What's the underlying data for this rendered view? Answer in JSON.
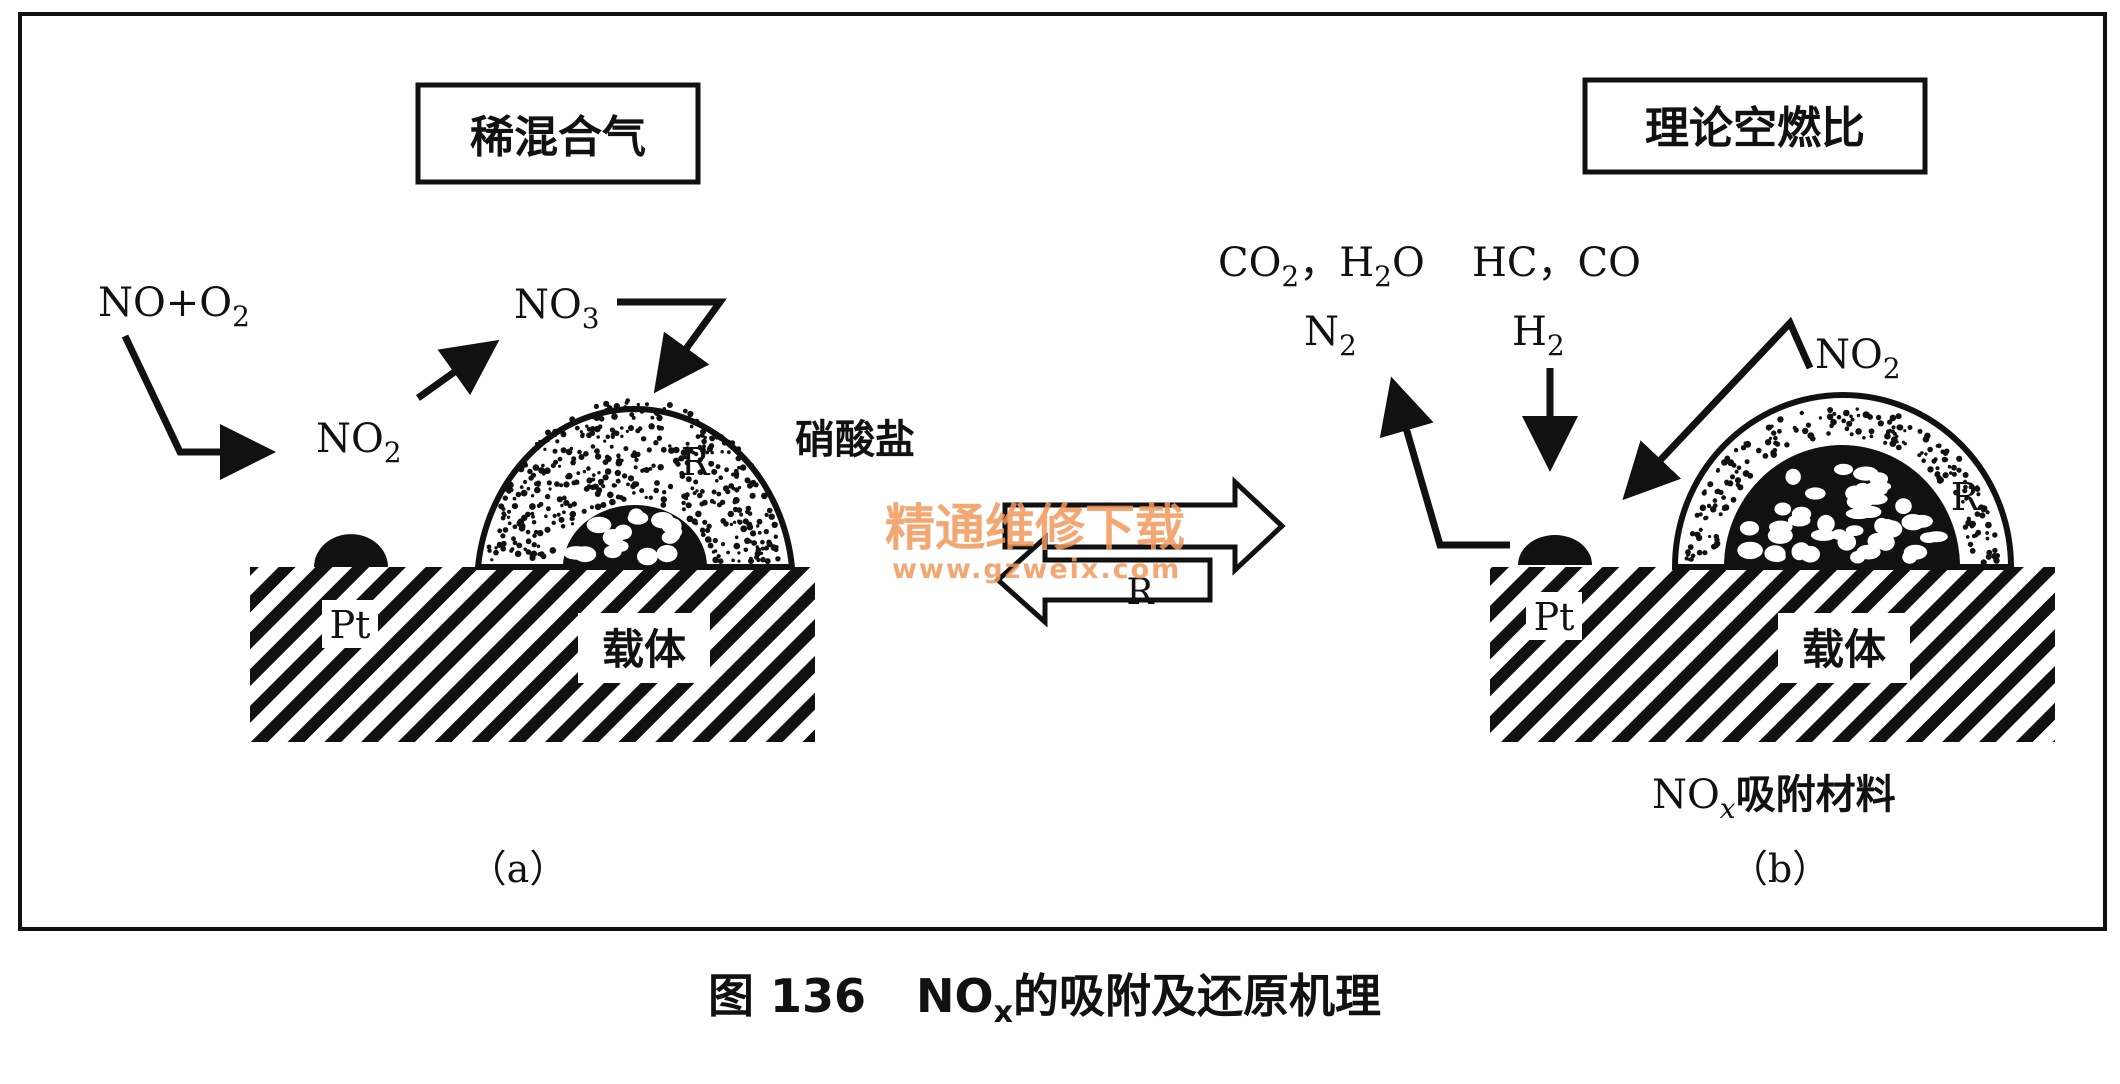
{
  "panel_a": {
    "condition": "稀混合气",
    "reactant": "NO+O",
    "reactant_sub": "2",
    "no2": "NO",
    "no2_sub": "2",
    "no3": "NO",
    "no3_sub": "3",
    "nitrate": "硝酸盐",
    "r": "R",
    "pt": "Pt",
    "carrier": "载体",
    "caption": "（a）"
  },
  "arrow_r": "R",
  "panel_b": {
    "condition": "理论空燃比",
    "co2_h2o": {
      "co": "CO",
      "s1": "2",
      "mid": "，H",
      "s2": "2",
      "end": "O"
    },
    "hc_co": "HC，CO",
    "n2": "N",
    "n2_sub": "2",
    "h2": "H",
    "h2_sub": "2",
    "no2": "NO",
    "no2_sub": "2",
    "r": "R",
    "pt": "Pt",
    "carrier": "载体",
    "material_no": "NO",
    "material_sub": "x",
    "material_rest": "吸附材料",
    "caption": "（b）"
  },
  "watermark": {
    "cn": "精通维修下载",
    "url": "www.gzweix.com",
    "color": "#f29a5c"
  },
  "figure_caption": {
    "label": "图 136",
    "no": "NO",
    "sub": "x",
    "rest": "的吸附及还原机理"
  }
}
